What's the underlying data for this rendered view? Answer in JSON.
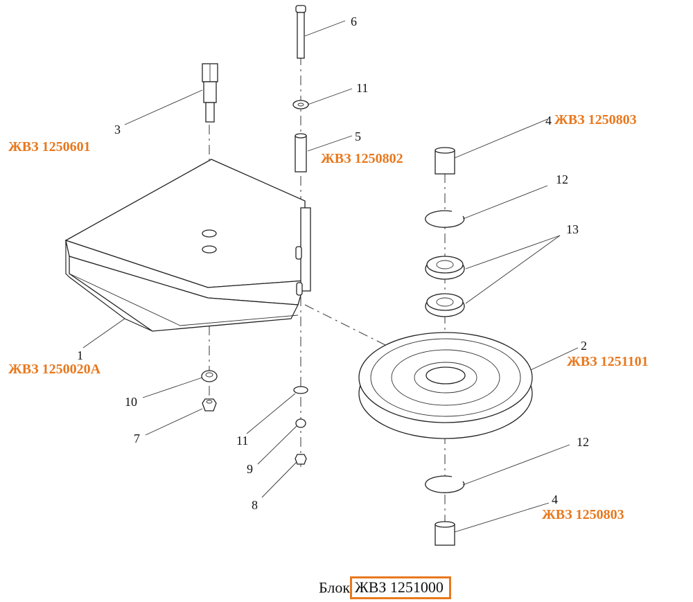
{
  "colors": {
    "accent": "#e8781e",
    "line": "#222222"
  },
  "callouts": [
    {
      "id": "c1",
      "number": "1"
    },
    {
      "id": "c2",
      "number": "2"
    },
    {
      "id": "c3",
      "number": "3"
    },
    {
      "id": "c4a",
      "number": "4"
    },
    {
      "id": "c4b",
      "number": "4"
    },
    {
      "id": "c5",
      "number": "5"
    },
    {
      "id": "c6",
      "number": "6"
    },
    {
      "id": "c7",
      "number": "7"
    },
    {
      "id": "c8",
      "number": "8"
    },
    {
      "id": "c9",
      "number": "9"
    },
    {
      "id": "c10",
      "number": "10"
    },
    {
      "id": "c11a",
      "number": "11"
    },
    {
      "id": "c11b",
      "number": "11"
    },
    {
      "id": "c12a",
      "number": "12"
    },
    {
      "id": "c12b",
      "number": "12"
    },
    {
      "id": "c13",
      "number": "13"
    }
  ],
  "part_codes": [
    {
      "id": "p3",
      "code": "ЖВЗ 1250601"
    },
    {
      "id": "p5",
      "code": "ЖВЗ 1250802"
    },
    {
      "id": "p4a",
      "code": "ЖВЗ 1250803"
    },
    {
      "id": "p1",
      "code": "ЖВЗ 1250020А"
    },
    {
      "id": "p2",
      "code": "ЖВЗ 1251101"
    },
    {
      "id": "p4b",
      "code": "ЖВЗ 1250803"
    }
  ],
  "caption": {
    "prefix": "Блок",
    "code": "ЖВЗ 1251000"
  }
}
